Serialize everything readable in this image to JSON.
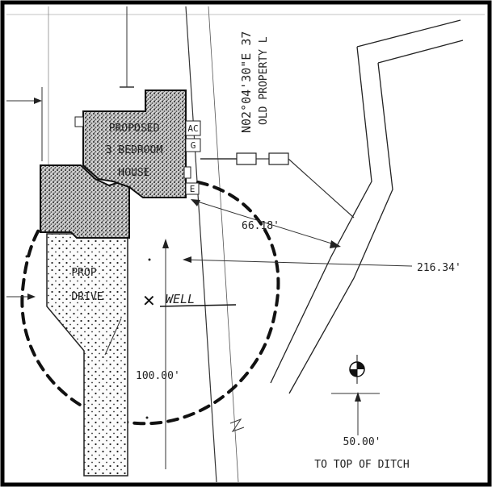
{
  "labels": {
    "house_line1": "PROPOSED",
    "house_line2": "3 BEDROOM",
    "house_line3": "HOUSE",
    "ac": "AC",
    "g": "G",
    "e": "E",
    "drive_line1": "PROP",
    "drive_line2": "DRIVE",
    "well": "WELL",
    "bearing": "N02°04'30\"E 37",
    "old_property": "OLD PROPERTY L",
    "dim_66": "66.18'",
    "dim_216": "216.34'",
    "dim_100": "100.00'",
    "dim_50": "50.00'",
    "ditch": "TO TOP OF DITCH"
  },
  "colors": {
    "frame": "#000000",
    "ink": "#222222",
    "stipple": "#333333"
  }
}
